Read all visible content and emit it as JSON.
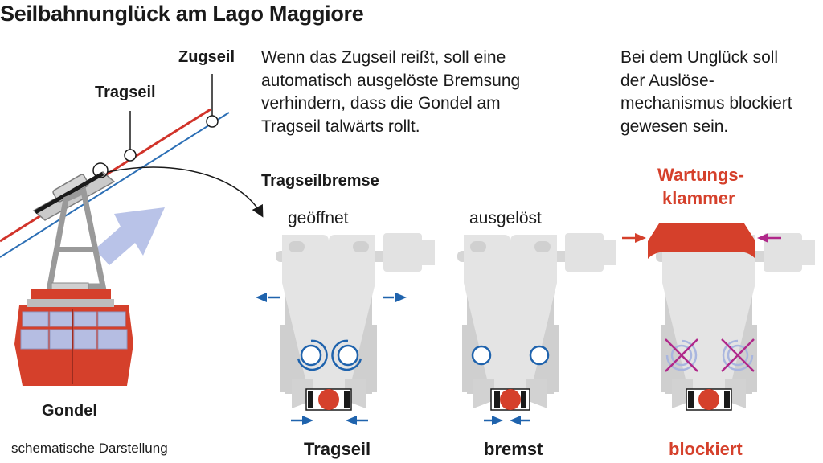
{
  "title": "Seilbahnunglück am Lago Maggiore",
  "labels": {
    "zugseil": "Zugseil",
    "tragseil": "Tragseil",
    "gondel": "Gondel",
    "caption": "schematische Darstellung"
  },
  "text": {
    "explanation": "Wenn das Zugseil reißt, soll eine automatisch ausgelöste Bremsung verhindern, dass die Gondel am Tragseil talwärts rollt.",
    "accident": "Bei dem Unglück soll der Auslöse-mechanismus blockiert gewesen sein."
  },
  "brake": {
    "heading": "Tragseilbremse",
    "state_open": "geöffnet",
    "state_triggered": "ausgelöst",
    "clamp_label_line1": "Wartungs-",
    "clamp_label_line2": "klammer",
    "caption_open": "Tragseil",
    "caption_triggered": "bremst",
    "caption_blocked": "blockiert"
  },
  "colors": {
    "accent_red": "#d5402b",
    "arrow_blue": "#1f63ad",
    "cross_purple": "#b0288a",
    "cable_red": "#d1332a",
    "cable_blue": "#2c6fb5",
    "mechanism_gray": "#e0e0e0"
  }
}
